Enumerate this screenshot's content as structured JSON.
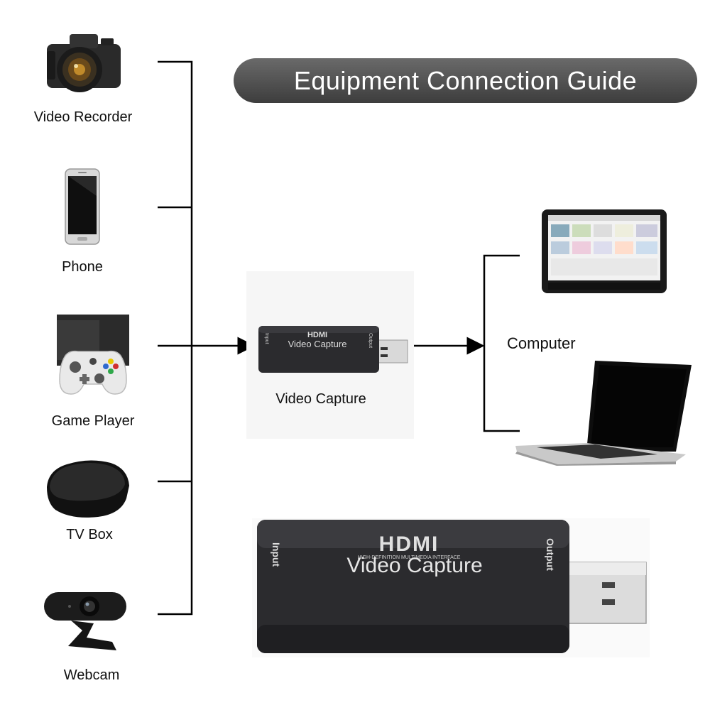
{
  "title": "Equipment Connection Guide",
  "sources": [
    {
      "label": "Video Recorder",
      "icon": "camera-icon"
    },
    {
      "label": "Phone",
      "icon": "phone-icon"
    },
    {
      "label": "Game Player",
      "icon": "game-controller-icon"
    },
    {
      "label": "TV Box",
      "icon": "tv-box-icon"
    },
    {
      "label": "Webcam",
      "icon": "webcam-icon"
    }
  ],
  "capture": {
    "label": "Video Capture",
    "device_logo": "HDMI",
    "device_subtitle": "HIGH-DEFINITION MULTIMEDIA INTERFACE",
    "device_text": "Video Capture",
    "input_label": "Input",
    "output_label": "Output"
  },
  "destination": {
    "label": "Computer",
    "devices": [
      "tablet-icon",
      "laptop-icon"
    ]
  },
  "colors": {
    "banner": "#4a4a4a",
    "device_body": "#2b2b2e",
    "connector": "#d9d9d9",
    "line": "#000000"
  }
}
